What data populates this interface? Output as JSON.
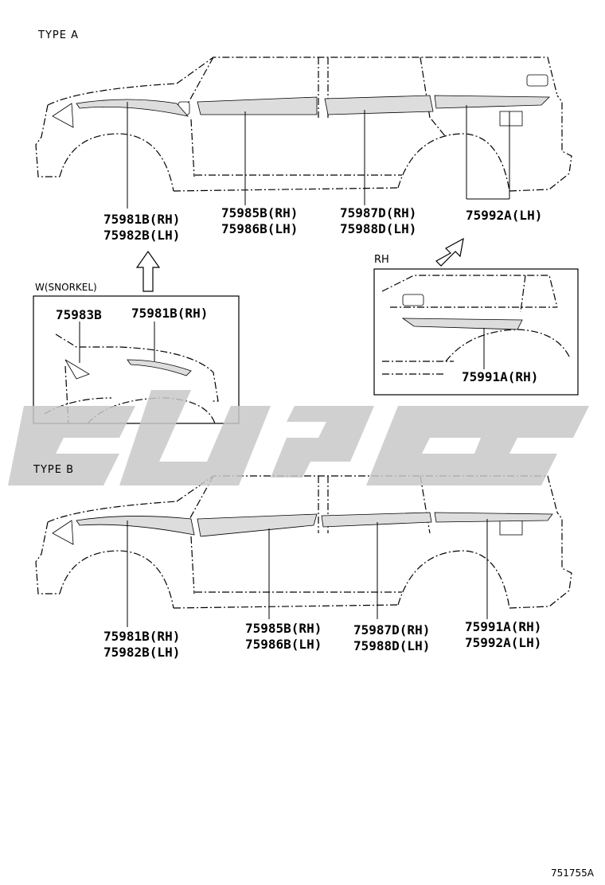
{
  "type_a": {
    "title": "TYPE A",
    "labels": [
      {
        "line1": "75981B(RH)",
        "line2": "75982B(LH)"
      },
      {
        "line1": "75985B(RH)",
        "line2": "75986B(LH)"
      },
      {
        "line1": "75987D(RH)",
        "line2": "75988D(LH)"
      },
      {
        "line1": "75992A(LH)",
        "line2": ""
      }
    ]
  },
  "snorkel": {
    "title": "W(SNORKEL)",
    "label_left": "75983B",
    "label_right": "75981B(RH)"
  },
  "rh_box": {
    "title": "RH",
    "label": "75991A(RH)"
  },
  "type_b": {
    "title": "TYPE B",
    "labels": [
      {
        "line1": "75981B(RH)",
        "line2": "75982B(LH)"
      },
      {
        "line1": "75985B(RH)",
        "line2": "75986B(LH)"
      },
      {
        "line1": "75987D(RH)",
        "line2": "75988D(LH)"
      },
      {
        "line1": "75991A(RH)",
        "line2": "75992A(LH)"
      }
    ]
  },
  "illustration_code": "751755A",
  "colors": {
    "line": "#000000",
    "watermark": "#c8c8c8"
  }
}
